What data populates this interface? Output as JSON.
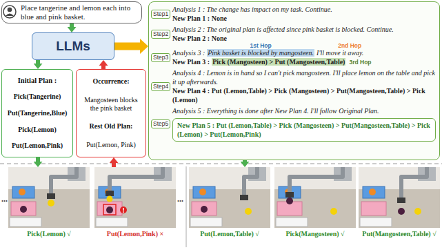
{
  "diagram": {
    "nodes": [
      {
        "text": [
          "Place tangerine and lemon each into blue and pink basket."
        ]
      },
      {
        "text": [
          "LLMs"
        ]
      },
      {
        "text": [
          "Initial Plan :",
          "Pick(Tangerine)",
          "Put(Tangerine,Blue)",
          "Pick(Lemon)",
          "Put(Lemon,Pink)"
        ]
      },
      {
        "text": [
          "Occurrence:",
          "Mangosteen blocks the pink basket",
          "Rest Old Plan:",
          "Put(Lemon, Pink)"
        ]
      },
      {
        "text": [
          "1st Hop",
          "2nd Hop",
          "3rd Hop"
        ]
      },
      {
        "text": [
          "Step1"
        ],
        "in": 4
      },
      {
        "text": [
          "Step2"
        ],
        "in": 4
      },
      {
        "text": [
          "Step3"
        ],
        "in": 4
      },
      {
        "text": [
          "Step4"
        ],
        "in": 4
      },
      {
        "text": [
          "Step5"
        ],
        "in": 4
      },
      {
        "text": [
          "New Plan 5 : Put (Lemon,Table) > Pick (Mangosteen) > Put(Mangosteen,Table) > Pick (Lemon) > Put(Lemon,Pink)"
        ],
        "in": 4
      },
      {
        "text": [
          "Pick(Lemon) √"
        ]
      },
      {
        "text": [
          "Put(Lemon,Pink) ×"
        ]
      },
      {
        "text": [
          "Put(Lemon,Table) √"
        ]
      },
      {
        "text": [
          "Pick(Mangosteen) √"
        ]
      },
      {
        "text": [
          "Put(Mangosteen,Table) √"
        ]
      }
    ],
    "edges": [
      {
        "from": 0,
        "to": 1,
        "arrow": "to"
      },
      {
        "from": 1,
        "to": 4,
        "arrow": "to"
      },
      {
        "from": 1,
        "to": 2,
        "arrow": "to"
      },
      {
        "from": 3,
        "to": 1,
        "arrow": "to"
      },
      {
        "from": 5,
        "to": 6,
        "arrow": "none"
      },
      {
        "from": 6,
        "to": 7,
        "arrow": "none"
      },
      {
        "from": 7,
        "to": 8,
        "arrow": "none"
      },
      {
        "from": 8,
        "to": 9,
        "arrow": "none"
      },
      {
        "from": 2,
        "to": 11,
        "arrow": "to"
      },
      {
        "from": 12,
        "to": 3,
        "arrow": "to"
      },
      {
        "from": 4,
        "to": 13,
        "arrow": "to"
      }
    ],
    "labels": [
      "Analysis 1 : The change has impact on my task. Continue.",
      "New Plan 1 : None",
      "Analysis 2 : The original plan is affected since pink basket is blocked. Continue.",
      "New Plan 2 : None",
      "Analysis 3 :",
      "Pink basket is blocked by mangosteen.",
      "I'll move it away.",
      "New Plan 3 :",
      "Pick (Mangosteen) > Put (Mangosteen,Table)",
      "Analysis 4 : Lemon is in hand so I can't pick mangosteen. I'll place lemon on the table and pick it up afterwards.",
      "New Plan 4 : Put (Lemon,Table) > Pick (Mangosteen) > Put(Mangosteen,Table) > Pick (Lemon)",
      "Analysis 5 : Everything is done after New Plan 4. I'll follow Original Plan.",
      "...",
      "..."
    ]
  }
}
